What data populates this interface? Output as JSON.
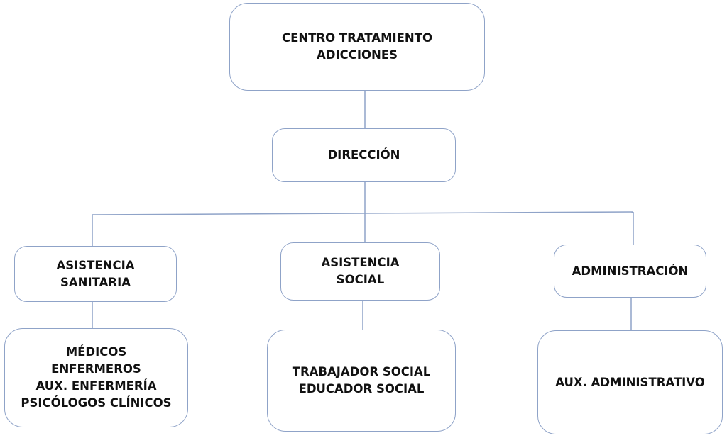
{
  "diagram": {
    "root": {
      "lines": [
        "CENTRO TRATAMIENTO",
        "ADICCIONES"
      ]
    },
    "direction": {
      "label": "DIRECCIÓN"
    },
    "departments": [
      {
        "lines": [
          "ASISTENCIA",
          "SANITARIA"
        ],
        "staff": [
          "MÉDICOS",
          "ENFERMEROS",
          "AUX. ENFERMERÍA",
          "PSICÓLOGOS CLÍNICOS"
        ]
      },
      {
        "lines": [
          "ASISTENCIA",
          "SOCIAL"
        ],
        "staff": [
          "TRABAJADOR SOCIAL",
          "EDUCADOR SOCIAL"
        ]
      },
      {
        "lines": [
          "ADMINISTRACIÓN"
        ],
        "staff": [
          "AUX. ADMINISTRATIVO"
        ]
      }
    ],
    "colors": {
      "border": "#8fa3c8",
      "text": "#111111"
    }
  }
}
